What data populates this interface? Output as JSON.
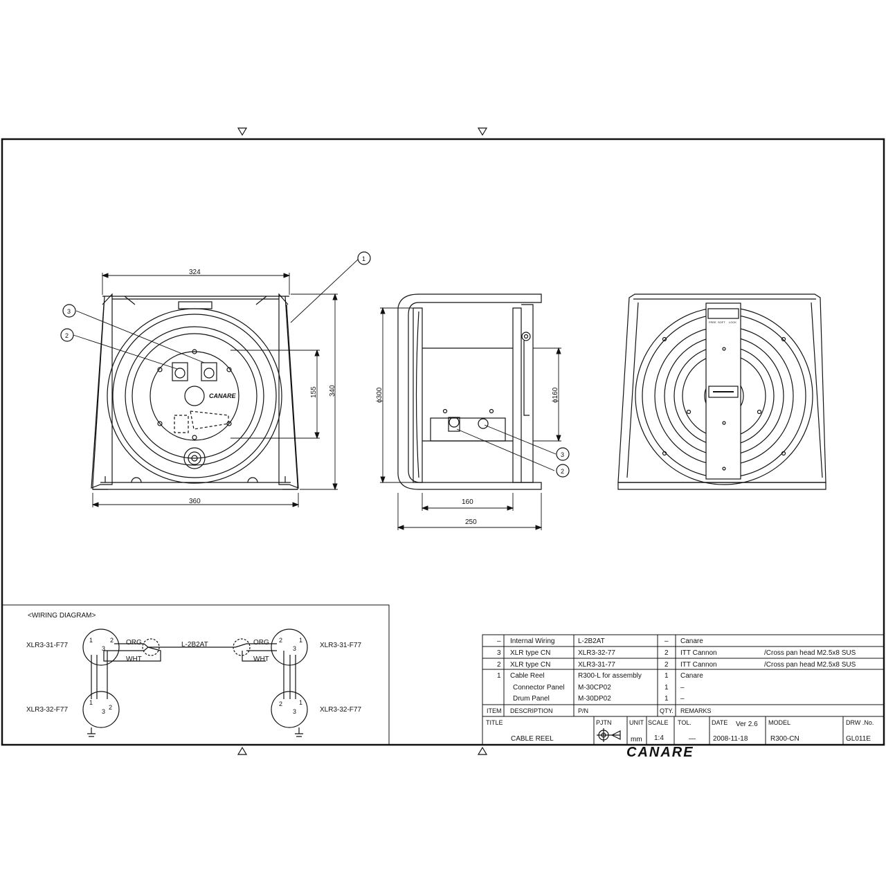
{
  "dimensions": {
    "front_width_top": "324",
    "front_width_bottom": "360",
    "front_height": "340",
    "front_panel_height": "155",
    "side_diameter": "ϕ300",
    "side_inner_diameter": "ϕ160",
    "side_depth_inner": "160",
    "side_depth_total": "250"
  },
  "callouts": {
    "c1": "1",
    "c2": "2",
    "c3": "3"
  },
  "front_logo": "CANARE",
  "rear_switch_labels": [
    "FREE",
    "SOFT",
    "LOCK"
  ],
  "wiring": {
    "title": "<WIRING DIAGRAM>",
    "cable": "L-2B2AT",
    "conductor_1": "ORG",
    "conductor_2": "WHT",
    "left_top_connector": "XLR3-31-F77",
    "left_bottom_connector": "XLR3-32-F77",
    "right_top_connector": "XLR3-31-F77",
    "right_bottom_connector": "XLR3-32-F77",
    "pin1": "1",
    "pin2": "2",
    "pin3": "3"
  },
  "parts_list": {
    "rows": [
      {
        "item": "–",
        "description": "Internal Wiring",
        "pn": "L-2B2AT",
        "qty": "–",
        "remarks": "Canare",
        "note": ""
      },
      {
        "item": "3",
        "description": "XLR type CN",
        "pn": "XLR3-32-77",
        "qty": "2",
        "remarks": "ITT Cannon",
        "note": "/Cross pan head  M2.5x8  SUS"
      },
      {
        "item": "2",
        "description": "XLR type CN",
        "pn": "XLR3-31-77",
        "qty": "2",
        "remarks": "ITT Cannon",
        "note": "/Cross pan head  M2.5x8  SUS"
      },
      {
        "item": "1",
        "description": "Cable Reel",
        "pn": "R300-L for assembly",
        "qty": "1",
        "remarks": "Canare",
        "note": ""
      },
      {
        "item": "",
        "description": "Connector Panel",
        "pn": "M-30CP02",
        "qty": "1",
        "remarks": "–",
        "note": ""
      },
      {
        "item": "",
        "description": "Drum Panel",
        "pn": "M-30DP02",
        "qty": "1",
        "remarks": "–",
        "note": ""
      }
    ],
    "headers": {
      "item": "ITEM",
      "description": "DESCRIPTION",
      "pn": "P/N",
      "qty": "QTY.",
      "remarks": "REMARKS"
    }
  },
  "title_block": {
    "title_label": "TITLE",
    "title": "CABLE REEL",
    "pjtn_label": "PJTN",
    "unit_label": "UNIT",
    "unit": "mm",
    "scale_label": "SCALE",
    "scale": "1:4",
    "tol_label": "TOL.",
    "tol": "—",
    "date_label": "DATE",
    "version": "Ver 2.6",
    "date": "2008-11-18",
    "model_label": "MODEL",
    "model": "R300-CN",
    "drw_label": "DRW .No.",
    "drw_no": "GL011E"
  },
  "footer_logo": "CANARE"
}
